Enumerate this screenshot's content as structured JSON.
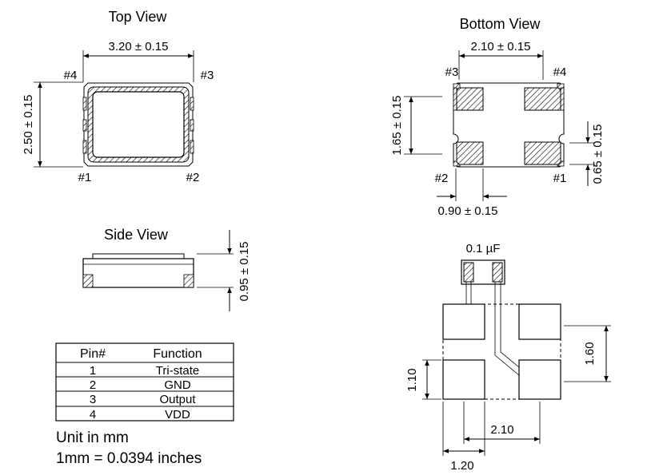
{
  "top_view": {
    "title": "Top View",
    "width_dim": "3.20 ± 0.15",
    "height_dim": "2.50 ± 0.15",
    "pins": {
      "p1": "#1",
      "p2": "#2",
      "p3": "#3",
      "p4": "#4"
    }
  },
  "bottom_view": {
    "title": "Bottom View",
    "pad_spacing_dim": "2.10 ± 0.15",
    "pad_height_dim": "1.65 ± 0.15",
    "pad_size_dim": "0.65 ± 0.15",
    "pad_width_dim": "0.90 ± 0.15",
    "pins": {
      "p1": "#1",
      "p2": "#2",
      "p3": "#3",
      "p4": "#4"
    }
  },
  "side_view": {
    "title": "Side View",
    "thickness_dim": "0.95 ± 0.15"
  },
  "pin_table": {
    "headers": [
      "Pin#",
      "Function"
    ],
    "rows": [
      {
        "pin": "1",
        "function": "Tri-state"
      },
      {
        "pin": "2",
        "function": "GND"
      },
      {
        "pin": "3",
        "function": "Output"
      },
      {
        "pin": "4",
        "function": "VDD"
      }
    ]
  },
  "units": {
    "unit_line": "Unit in mm",
    "conversion": "1mm = 0.0394 inches"
  },
  "land_pattern": {
    "capacitor": "0.1 µF",
    "dim_1_60": "1.60",
    "dim_1_10": "1.10",
    "dim_2_10": "2.10",
    "dim_1_20": "1.20"
  }
}
